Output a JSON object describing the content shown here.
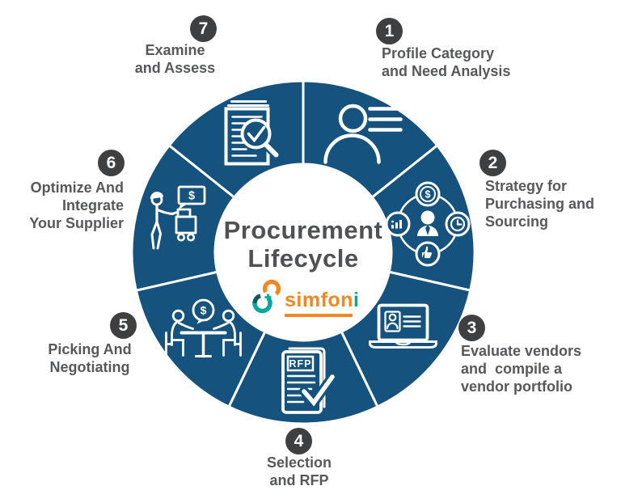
{
  "title": {
    "line1": "Procurement",
    "line2": "Lifecycle"
  },
  "logo": {
    "text_main": "simfon",
    "text_accent": "i"
  },
  "stages": [
    {
      "number": "1",
      "label": "Profile Category\nand Need Analysis",
      "icon": "profile-category-icon"
    },
    {
      "number": "2",
      "label": "Strategy for\nPurchasing and\nSourcing",
      "icon": "strategy-orbit-icon",
      "icon_glyph": "$"
    },
    {
      "number": "3",
      "label": "Evaluate vendors\nand  compile a\nvendor portfolio",
      "icon": "vendor-laptop-icon"
    },
    {
      "number": "4",
      "label": "Selection\nand RFP",
      "icon": "rfp-document-icon",
      "icon_text": "RFP"
    },
    {
      "number": "5",
      "label": "Picking And\nNegotiating",
      "icon": "negotiation-table-icon",
      "icon_glyph": "$"
    },
    {
      "number": "6",
      "label": "Optimize And\nIntegrate\nYour Supplier",
      "icon": "supplier-cart-icon",
      "icon_glyph": "$"
    },
    {
      "number": "7",
      "label": "Examine\nand Assess",
      "icon": "examine-assess-icon"
    }
  ],
  "colors": {
    "ring_blue": "#15527E",
    "icon_white": "#FFFFFF",
    "badge_gray": "#3E3F41",
    "label_gray": "#57585A",
    "title_gray": "#505153",
    "logo_orange": "#F6861F",
    "logo_teal": "#00A79D",
    "logo_dark_teal": "#14556B"
  }
}
